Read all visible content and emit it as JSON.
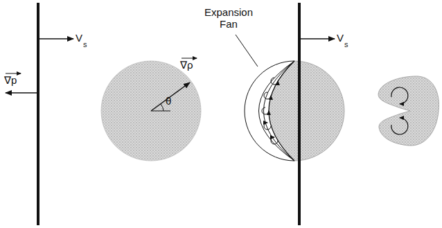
{
  "diagram": {
    "labels": [
      "V",
      "s",
      "∇p",
      "∇ρ",
      "θ",
      "Expansion Fan",
      "V",
      "s"
    ]
  }
}
